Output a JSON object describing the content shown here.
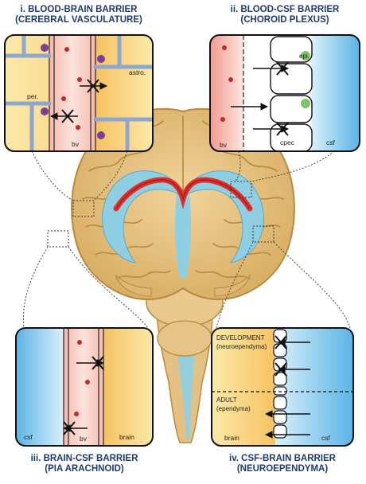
{
  "panels": {
    "bbb": {
      "title": "i. BLOOD-BRAIN BARRIER",
      "subtitle": "(CEREBRAL VASCULATURE)",
      "labels": {
        "astro": "astro.",
        "per": "per.",
        "bv": "bv"
      }
    },
    "bcsf": {
      "title": "ii. BLOOD-CSF BARRIER",
      "subtitle": "(CHOROID PLEXUS)",
      "labels": {
        "epi": "epi.",
        "bv": "bv",
        "cpec": "cpec",
        "csf": "csf"
      }
    },
    "pia": {
      "title": "iii. BRAIN-CSF BARRIER",
      "subtitle": "(PIA ARACHNOID)",
      "labels": {
        "csf": "csf",
        "bv": "bv",
        "brain": "brain"
      }
    },
    "neuro": {
      "title": "iv. CSF-BRAIN BARRIER",
      "subtitle": "(NEUROEPENDYMA)",
      "labels": {
        "development": "DEVELOPMENT",
        "neuroependyma": "(neuroependyma)",
        "adult": "ADULT",
        "ependyma": "(ependyma)",
        "brain": "brain",
        "csf": "csf"
      }
    }
  },
  "colors": {
    "brain": "#e7c587",
    "brain_outline": "#b88a3e",
    "ventricle": "#8ecfe4",
    "choroid": "#e0312d",
    "blood": "#f3a9a1",
    "blood_cell": "#c5282a",
    "astro": "#8fa6cf",
    "pericyte": "#7d3f96",
    "epi": "#7fc46a",
    "title": "#1e3a6e",
    "csf": "#5bb8e8",
    "tissue": "#f7cf72"
  }
}
